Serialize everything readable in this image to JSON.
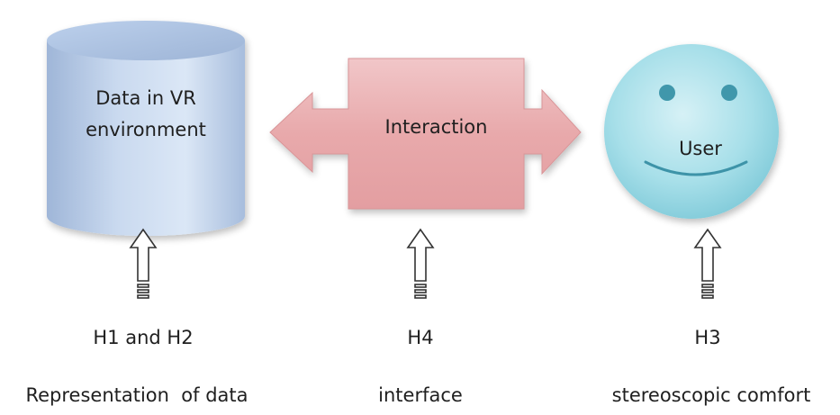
{
  "nodes": {
    "data": {
      "line1": "Data in VR",
      "line2": "environment"
    },
    "interaction": {
      "label": "Interaction"
    },
    "user": {
      "label": "User"
    }
  },
  "hypotheses": {
    "data": "H1 and H2",
    "interaction": "H4",
    "user": "H3"
  },
  "descriptions": {
    "data": "Representation  of data",
    "interaction": "interface",
    "user": "stereoscopic comfort"
  },
  "colors": {
    "cylinder": "#b8cbe6",
    "cylinder_top": "#c4d6ef",
    "arrow": "#e9aeb0",
    "smiley": "#9dd9e4",
    "smiley_eyes": "#3c93a8",
    "outline": "#333333"
  }
}
